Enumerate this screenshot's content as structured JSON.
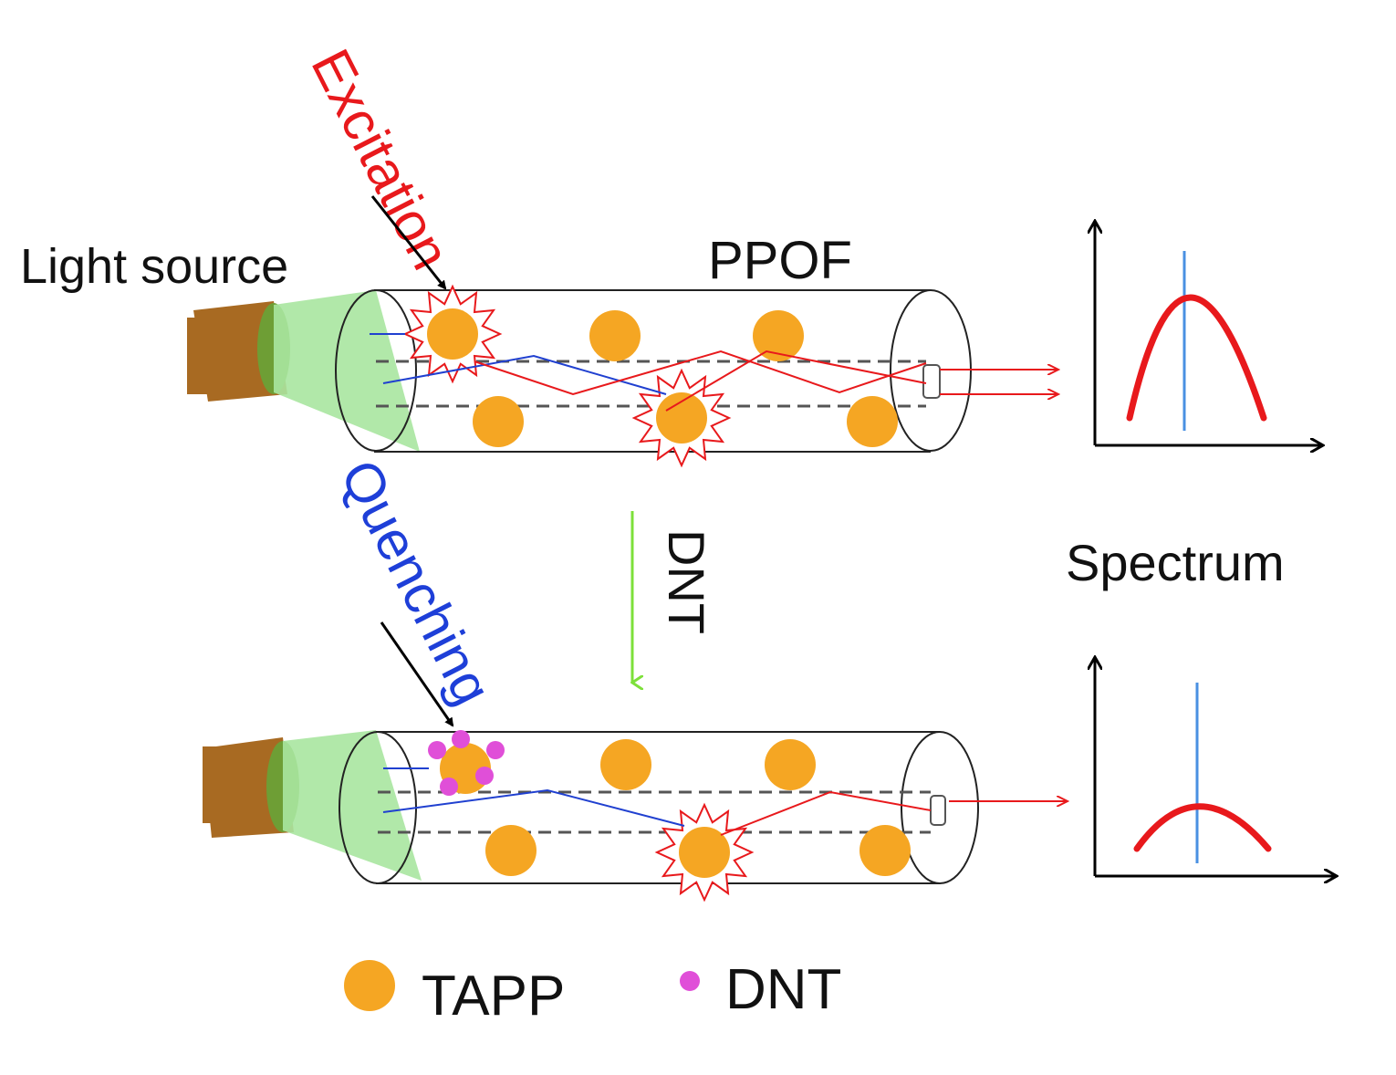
{
  "labels": {
    "excitation": "Excitation",
    "quenching": "Quenching",
    "light_source": "Light source",
    "ppof": "PPOF",
    "spectrum": "Spectrum",
    "process_arrow": "DNT"
  },
  "legend": {
    "items": [
      {
        "label": "TAPP",
        "color": "#F5A623"
      },
      {
        "label": "DNT",
        "color": "#E04FD8"
      }
    ]
  },
  "colors": {
    "excitation_text": "#E8191C",
    "quenching_text": "#1E3FD8",
    "tapp": "#F5A623",
    "dnt": "#E04FD8",
    "fluorescence_ray": "#E8191C",
    "excitation_ray": "#2040D0",
    "process_arrow": "#7DE03A",
    "spectrum_peak": "#E8191C",
    "spectrum_line": "#4A90E2",
    "beam": "#A8E6A0",
    "light_body": "#A86A22",
    "light_lens": "#6E9E35"
  },
  "spectra": [
    {
      "state": "before DNT",
      "relative_peak": 1.0
    },
    {
      "state": "after DNT",
      "relative_peak": 0.35
    }
  ]
}
